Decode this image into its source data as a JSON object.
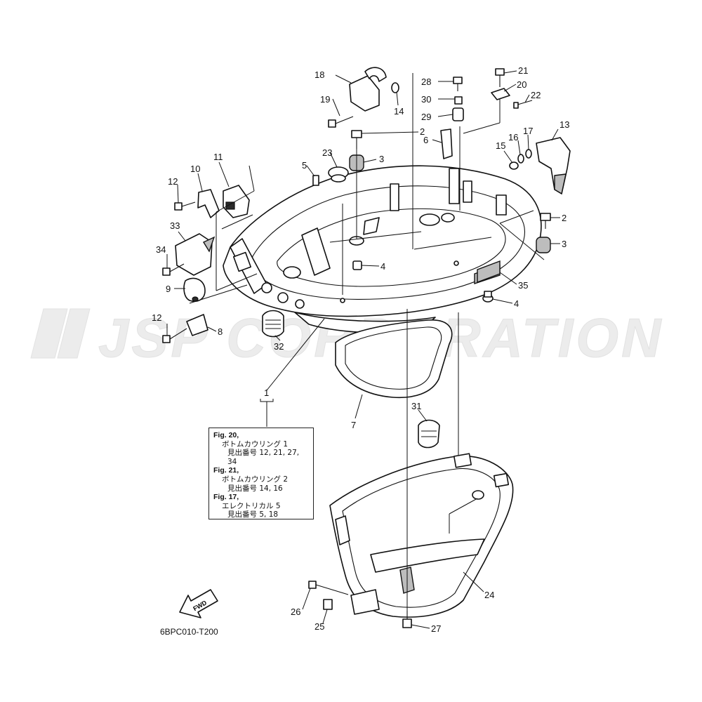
{
  "watermark": "JSP CORPORATION",
  "diagram_code": "6BPC010-T200",
  "fwd_label": "FWD",
  "callouts": [
    {
      "id": "c18",
      "text": "18"
    },
    {
      "id": "c19",
      "text": "19"
    },
    {
      "id": "c14",
      "text": "14"
    },
    {
      "id": "c28",
      "text": "28"
    },
    {
      "id": "c30",
      "text": "30"
    },
    {
      "id": "c29",
      "text": "29"
    },
    {
      "id": "c21",
      "text": "21"
    },
    {
      "id": "c20",
      "text": "20"
    },
    {
      "id": "c22",
      "text": "22"
    },
    {
      "id": "c2a",
      "text": "2"
    },
    {
      "id": "c6",
      "text": "6"
    },
    {
      "id": "c23",
      "text": "23"
    },
    {
      "id": "c3a",
      "text": "3"
    },
    {
      "id": "c5",
      "text": "5"
    },
    {
      "id": "c11",
      "text": "11"
    },
    {
      "id": "c10",
      "text": "10"
    },
    {
      "id": "c12a",
      "text": "12"
    },
    {
      "id": "c13",
      "text": "13"
    },
    {
      "id": "c16",
      "text": "16"
    },
    {
      "id": "c17",
      "text": "17"
    },
    {
      "id": "c15",
      "text": "15"
    },
    {
      "id": "c33",
      "text": "33"
    },
    {
      "id": "c34",
      "text": "34"
    },
    {
      "id": "c2b",
      "text": "2"
    },
    {
      "id": "c3b",
      "text": "3"
    },
    {
      "id": "c4a",
      "text": "4"
    },
    {
      "id": "c9",
      "text": "9"
    },
    {
      "id": "c35",
      "text": "35"
    },
    {
      "id": "c4b",
      "text": "4"
    },
    {
      "id": "c12b",
      "text": "12"
    },
    {
      "id": "c8",
      "text": "8"
    },
    {
      "id": "c32",
      "text": "32"
    },
    {
      "id": "c1",
      "text": "1"
    },
    {
      "id": "c7",
      "text": "7"
    },
    {
      "id": "c31",
      "text": "31"
    },
    {
      "id": "c24",
      "text": "24"
    },
    {
      "id": "c26",
      "text": "26"
    },
    {
      "id": "c25",
      "text": "25"
    },
    {
      "id": "c27",
      "text": "27"
    }
  ],
  "reference_notes": [
    {
      "fig": "Fig. 20,",
      "name": "ボトムカウリング 1",
      "refs": "見出番号 12, 21, 27, 34"
    },
    {
      "fig": "Fig. 21,",
      "name": "ボトムカウリング 2",
      "refs": "見出番号 14, 16"
    },
    {
      "fig": "Fig. 17,",
      "name": "エレクトリカル 5",
      "refs": "見出番号 5, 18"
    }
  ]
}
